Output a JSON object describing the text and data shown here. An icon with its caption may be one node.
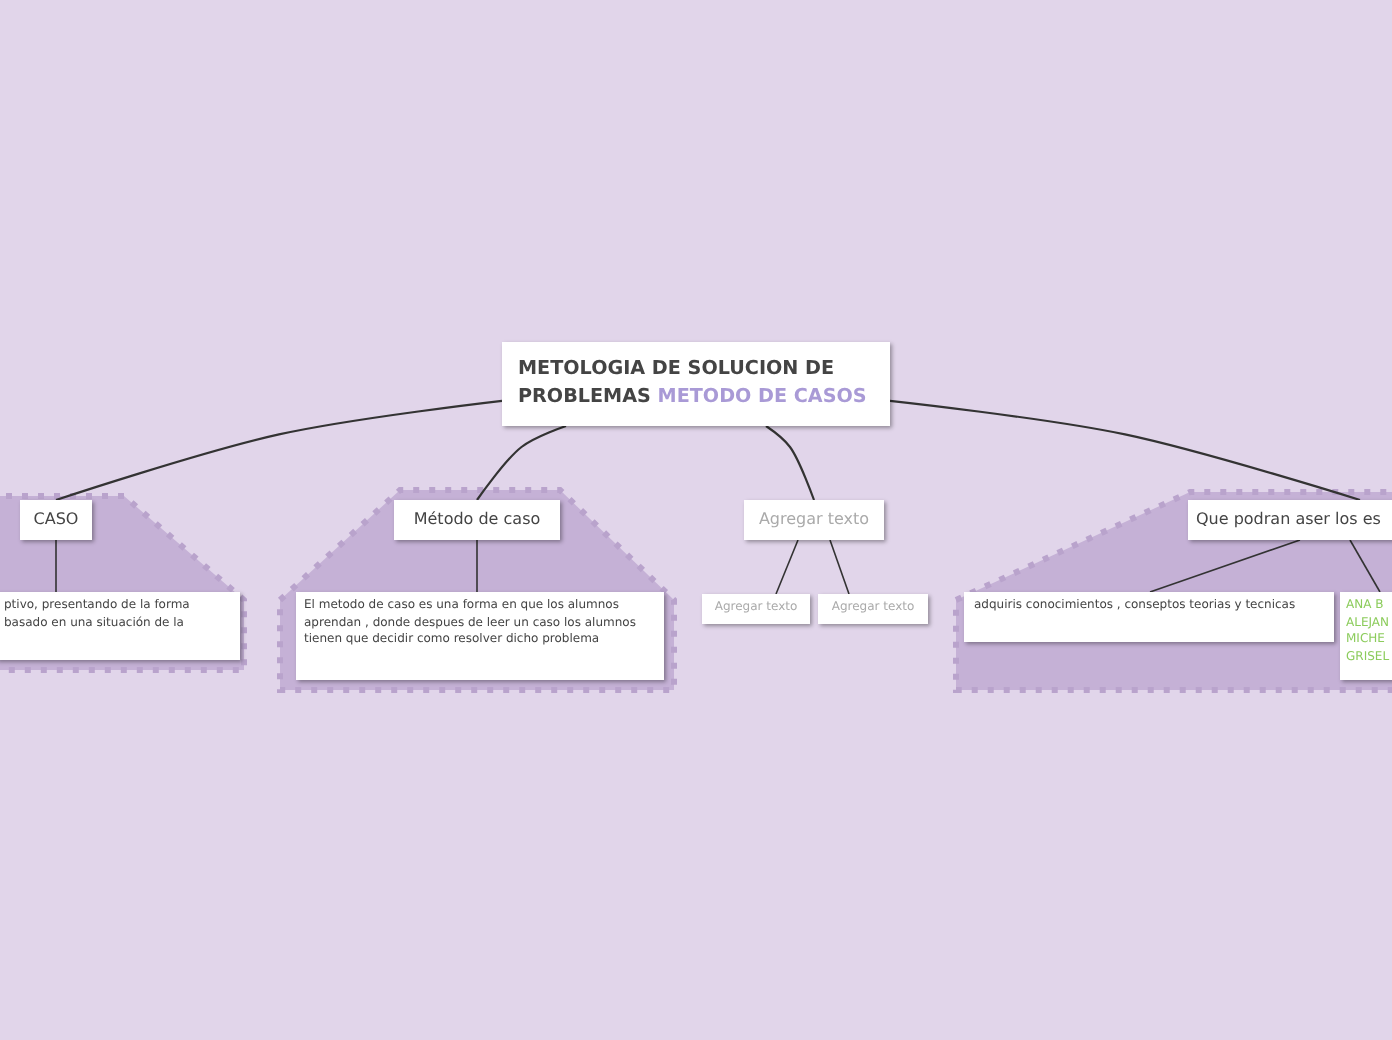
{
  "diagram": {
    "nodes": [
      {
        "text": [
          "METOLOGIA DE SOLUCION DE PROBLEMAS",
          "METODO DE CASOS"
        ]
      },
      {
        "text": [
          "CASO"
        ]
      },
      {
        "text": [
          "ptivo, presentando de la forma basado en una situación de la"
        ]
      },
      {
        "text": [
          "Método de caso"
        ]
      },
      {
        "text": [
          "El metodo de caso es una forma en que los alumnos aprendan , donde despues de leer un caso los alumnos tienen que decidir como resolver dicho problema"
        ]
      },
      {
        "text": [
          "Agregar texto"
        ]
      },
      {
        "text": [
          "Agregar texto"
        ]
      },
      {
        "text": [
          "Agregar texto"
        ]
      },
      {
        "text": [
          "Que podran aser los es"
        ]
      },
      {
        "text": [
          "adquiris conocimientos , conseptos teorias y tecnicas"
        ]
      },
      {
        "text": [
          "ANA B ALEJAN MICHE GRISEL"
        ]
      }
    ],
    "edges": [
      {
        "from": 0,
        "to": 1,
        "arrow": "none"
      },
      {
        "from": 0,
        "to": 3,
        "arrow": "none"
      },
      {
        "from": 0,
        "to": 5,
        "arrow": "none"
      },
      {
        "from": 0,
        "to": 8,
        "arrow": "none"
      },
      {
        "from": 1,
        "to": 2,
        "arrow": "none"
      },
      {
        "from": 3,
        "to": 4,
        "arrow": "none"
      },
      {
        "from": 5,
        "to": 6,
        "arrow": "none"
      },
      {
        "from": 5,
        "to": 7,
        "arrow": "none"
      },
      {
        "from": 8,
        "to": 9,
        "arrow": "none"
      },
      {
        "from": 8,
        "to": 10,
        "arrow": "none"
      }
    ]
  }
}
